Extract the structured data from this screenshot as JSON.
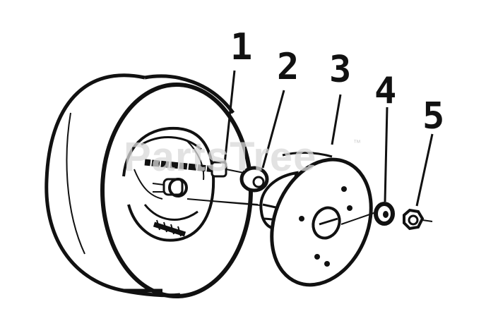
{
  "diagram": {
    "callouts": [
      {
        "label": "1",
        "part": "wheel-bolt"
      },
      {
        "label": "2",
        "part": "spacer-bushing"
      },
      {
        "label": "3",
        "part": "hub"
      },
      {
        "label": "4",
        "part": "washer"
      },
      {
        "label": "5",
        "part": "nut"
      }
    ],
    "watermark": {
      "text": "PartsTree",
      "mark": "™"
    },
    "colors": {
      "ink": "#111111",
      "paper": "#ffffff",
      "watermark": "#d9d9d9"
    }
  }
}
